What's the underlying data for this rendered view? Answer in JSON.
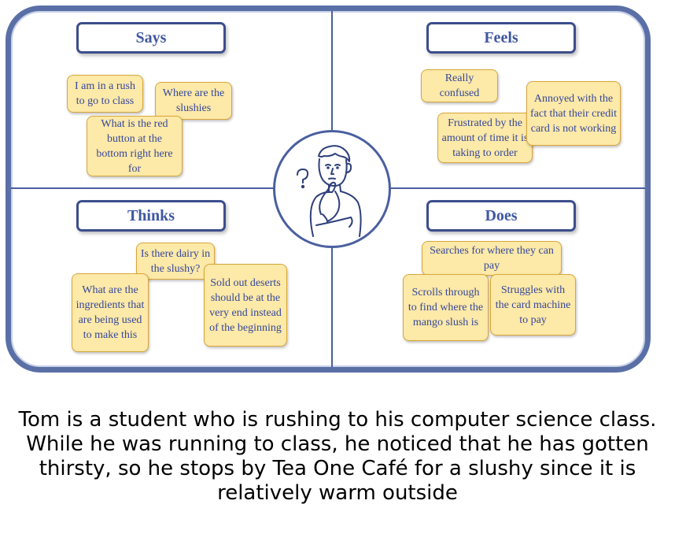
{
  "quadrants": {
    "says": {
      "label": "Says",
      "notes": [
        "I am in a rush to go to class",
        "Where are the slushies",
        "What is the red button at the bottom right here for"
      ]
    },
    "feels": {
      "label": "Feels",
      "notes": [
        "Really confused",
        "Frustrated by the amount of time it is taking to order",
        "Annoyed with the fact that their credit card is not working"
      ]
    },
    "thinks": {
      "label": "Thinks",
      "notes": [
        "Is there dairy in the slushy?",
        "What are the ingredients that are being used to make this",
        "Sold out deserts should be at the very end instead of the beginning"
      ]
    },
    "does": {
      "label": "Does",
      "notes": [
        "Searches for where they can pay",
        "Scrolls through to find where the mango slush is",
        "Struggles with the card machine to pay"
      ]
    }
  },
  "icons": {
    "center": "thinking-person-icon"
  },
  "colors": {
    "frame": "#5a6fa6",
    "label_border": "#3c4e8c",
    "label_text": "#3f58a0",
    "note_fill": "#fde9a8",
    "note_border": "#d8a63a",
    "note_text": "#34479a"
  },
  "story": "Tom is a student who is rushing to his computer science class. While he was running to class, he noticed that he has gotten thirsty, so he stops by Tea One Café for a slushy since it is relatively warm outside"
}
